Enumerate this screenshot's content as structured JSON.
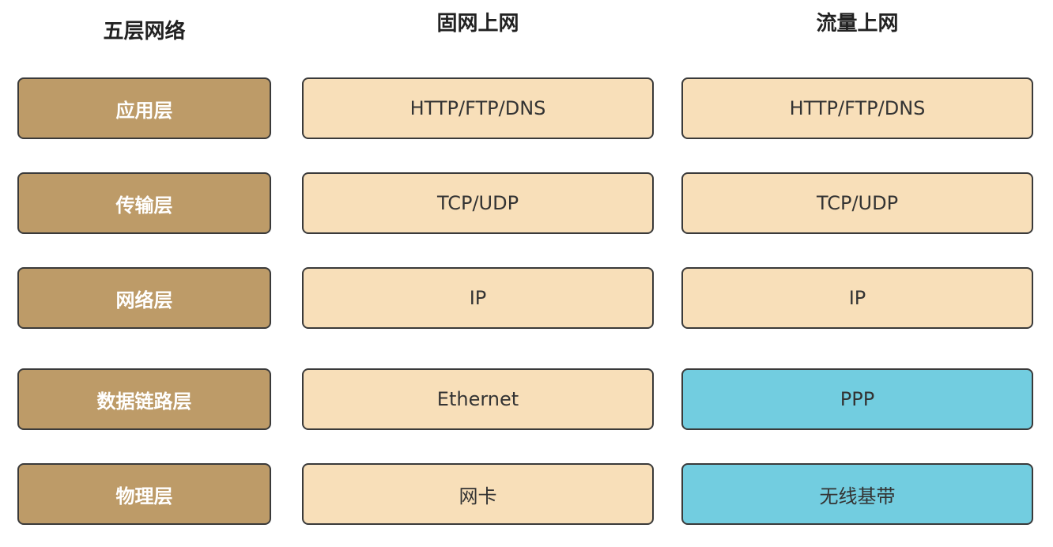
{
  "headers": {
    "layers": "五层网络",
    "fixed": "固网上网",
    "mobile": "流量上网"
  },
  "rows": [
    {
      "layer": "应用层",
      "fixed": "HTTP/FTP/DNS",
      "mobile": "HTTP/FTP/DNS"
    },
    {
      "layer": "传输层",
      "fixed": "TCP/UDP",
      "mobile": "TCP/UDP"
    },
    {
      "layer": "网络层",
      "fixed": "IP",
      "mobile": "IP"
    },
    {
      "layer": "数据链路层",
      "fixed": "Ethernet",
      "mobile": "PPP"
    },
    {
      "layer": "物理层",
      "fixed": "网卡",
      "mobile": "无线基带"
    }
  ],
  "colors": {
    "layer_fill": "#bd9b68",
    "protocol_fill": "#f8dfb9",
    "highlight_fill": "#72cde0",
    "border": "#3a3a3a"
  }
}
